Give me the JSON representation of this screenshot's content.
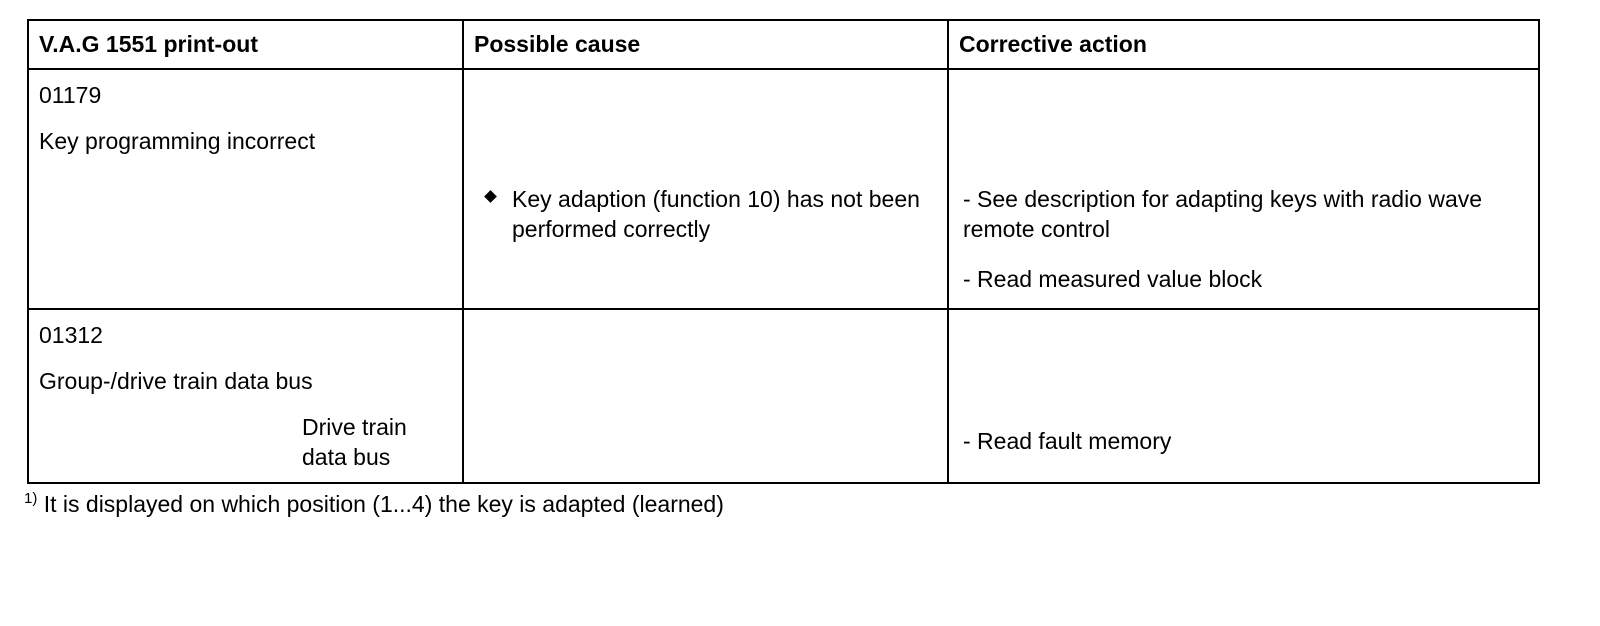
{
  "table": {
    "headers": [
      "V.A.G 1551 print-out",
      "Possible cause",
      "Corrective action"
    ],
    "rows": [
      {
        "code": "01179",
        "description": "Key programming incorrect",
        "sub_label": "",
        "cause": "Key adaption (function 10) has not been performed correctly",
        "actions": [
          "- See description for adapting keys with radio wave remote control",
          "- Read measured value block"
        ]
      },
      {
        "code": "01312",
        "description": "Group-/drive train data bus",
        "sub_label": "Drive train data bus",
        "cause": "",
        "actions": [
          "- Read fault memory"
        ]
      }
    ]
  },
  "footnote": {
    "marker": "1)",
    "text": " It is displayed on which position (1...4) the key is adapted (learned)"
  }
}
